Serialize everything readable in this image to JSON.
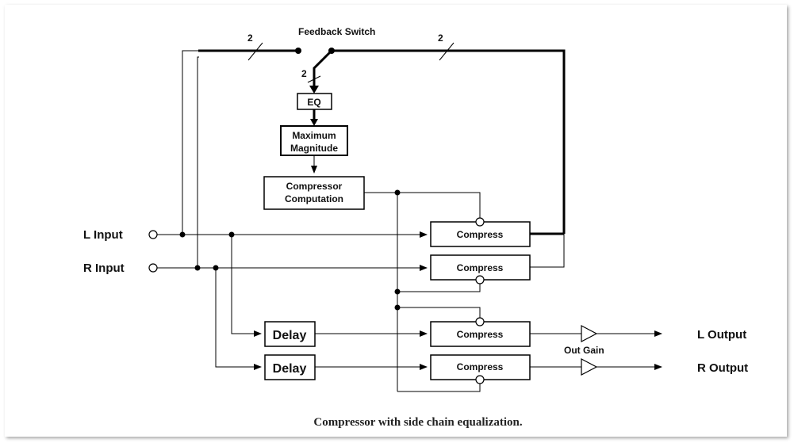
{
  "diagram": {
    "feedback_switch": "Feedback Switch",
    "bus_width_left": "2",
    "bus_width_right": "2",
    "bus_width_down": "2",
    "eq": "EQ",
    "max_mag_line1": "Maximum",
    "max_mag_line2": "Magnitude",
    "comp_line1": "Compressor",
    "comp_line2": "Computation",
    "l_input": "L Input",
    "r_input": "R Input",
    "compress_label": "Compress",
    "delay_label": "Delay",
    "out_gain": "Out Gain",
    "l_output": "L Output",
    "r_output": "R Output"
  },
  "caption": "Compressor with side chain equalization."
}
